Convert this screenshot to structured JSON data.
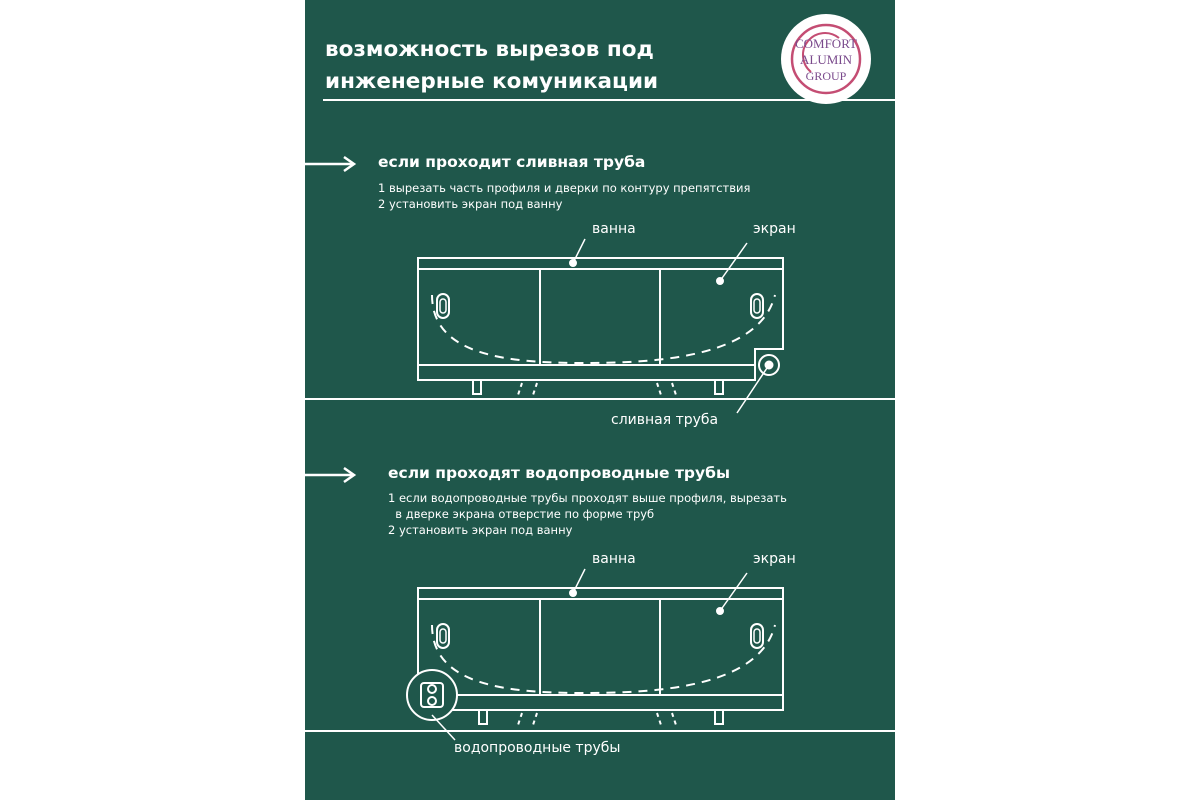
{
  "title": {
    "line1": "возможность вырезов под",
    "line2": "инженерные комуникации"
  },
  "logo": {
    "line1": "COMFORT",
    "line2": "ALUMIN",
    "line3": "GROUP",
    "ring_color": "#c44d73",
    "text_color": "#7a4a8c"
  },
  "colors": {
    "background": "#1f574b",
    "foreground": "#ffffff"
  },
  "section1": {
    "icon": "arrow-right-icon",
    "title": "если проходит сливная труба",
    "steps": [
      "1 вырезать часть профиля и дверки по контуру препятствия",
      "2 установить экран под ванну"
    ],
    "labels": {
      "bath": "ванна",
      "screen": "экран",
      "pipe": "сливная труба"
    }
  },
  "section2": {
    "icon": "arrow-right-icon",
    "title": "если проходят водопроводные трубы",
    "steps": [
      "1 если водопроводные трубы проходят выше профиля, вырезать",
      "  в дверке экрана отверстие по форме труб",
      "2 установить экран под ванну"
    ],
    "labels": {
      "bath": "ванна",
      "screen": "экран",
      "pipes": "водопроводные трубы"
    }
  }
}
